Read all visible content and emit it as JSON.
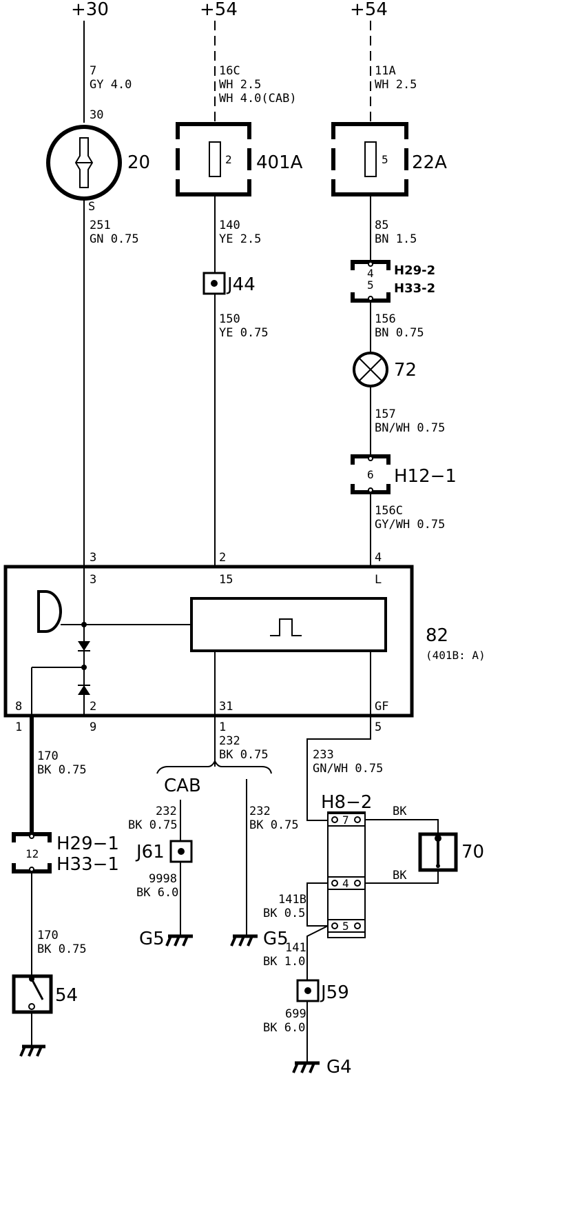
{
  "supplies": {
    "plus30": "+30",
    "plus54_a": "+54",
    "plus54_b": "+54"
  },
  "wires": {
    "w7": {
      "num": "7",
      "spec": "GY 4.0"
    },
    "w16c": {
      "num": "16C",
      "spec": "WH 2.5",
      "spec2": "WH 4.0(CAB)"
    },
    "w11a": {
      "num": "11A",
      "spec": "WH 2.5"
    },
    "w251": {
      "num": "251",
      "spec": "GN 0.75"
    },
    "w140": {
      "num": "140",
      "spec": "YE 2.5"
    },
    "w85": {
      "num": "85",
      "spec": "BN 1.5"
    },
    "w150": {
      "num": "150",
      "spec": "YE 0.75"
    },
    "w156": {
      "num": "156",
      "spec": "BN 0.75"
    },
    "w157": {
      "num": "157",
      "spec": "BN/WH 0.75"
    },
    "w156c": {
      "num": "156C",
      "spec": "GY/WH 0.75"
    },
    "w170a": {
      "num": "170",
      "spec": "BK 0.75"
    },
    "w170b": {
      "num": "170",
      "spec": "BK 0.75"
    },
    "w232": {
      "num": "232",
      "spec": "BK 0.75"
    },
    "w232a": {
      "num": "232",
      "spec": "BK 0.75"
    },
    "w232b": {
      "num": "232",
      "spec": "BK 0.75"
    },
    "w9998": {
      "num": "9998",
      "spec": "BK 6.0"
    },
    "w233": {
      "num": "233",
      "spec": "GN/WH 0.75"
    },
    "w141b": {
      "num": "141B",
      "spec": "BK 0.5"
    },
    "w141": {
      "num": "141",
      "spec": "BK 1.0"
    },
    "w699": {
      "num": "699",
      "spec": "BK 6.0"
    },
    "bk_top": "BK",
    "bk_bot": "BK"
  },
  "components": {
    "c20": {
      "id": "20",
      "pin_top": "30",
      "pin_bot": "S"
    },
    "c401a": {
      "id": "401A",
      "fuse": "2"
    },
    "c22a": {
      "id": "22A",
      "fuse": "5"
    },
    "j44": "J44",
    "h29_2": "H29-2",
    "h33_2": "H33-2",
    "h29_2_pins": {
      "top": "4",
      "bot": "5"
    },
    "c72": "72",
    "h12_1": "H12−1",
    "h12_1_pin": "6",
    "c82": {
      "id": "82",
      "sub": "(401B: A)"
    },
    "pins_ext": {
      "p3": "3",
      "p2": "2",
      "p4": "4",
      "p1": "1",
      "p9": "9",
      "p1b": "1",
      "p5": "5"
    },
    "pins_int": {
      "p3": "3",
      "p15": "15",
      "pL": "L",
      "p8": "8",
      "p2": "2",
      "p31": "31",
      "pGF": "GF"
    },
    "cab": "CAB",
    "j61": "J61",
    "g5a": "G5",
    "g5b": "G5",
    "h29_1": "H29−1",
    "h33_1": "H33−1",
    "h29_1_pin": "12",
    "h8_2": "H8−2",
    "h8_pins": {
      "p7": "7",
      "p4": "4",
      "p5": "5"
    },
    "c70": "70",
    "c54": "54",
    "j59": "J59",
    "g4": "G4"
  }
}
